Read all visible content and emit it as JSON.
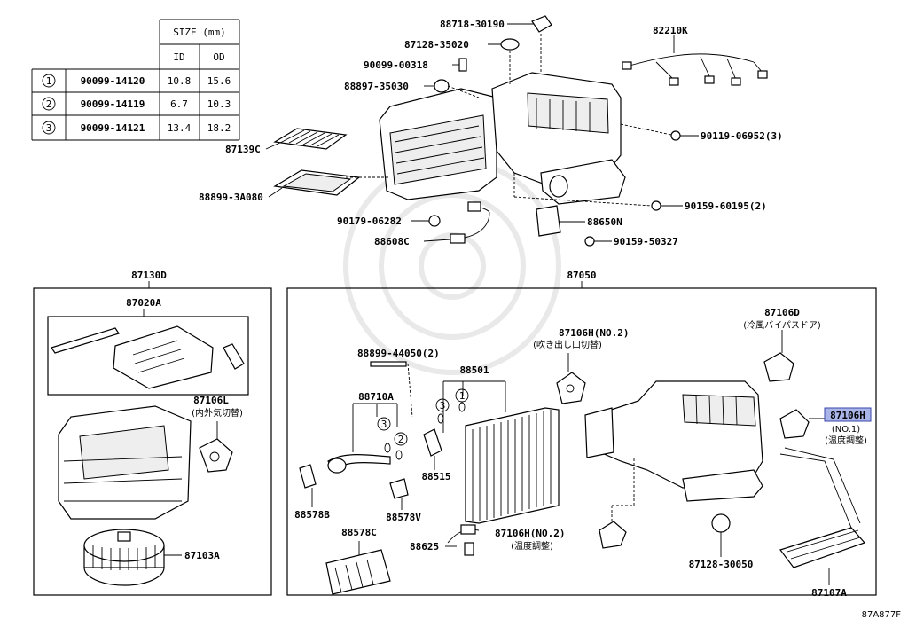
{
  "size_table": {
    "header_size": "SIZE (mm)",
    "header_id": "ID",
    "header_od": "OD",
    "rows": [
      {
        "num": "1",
        "part": "90099-14120",
        "id": "10.8",
        "od": "15.6"
      },
      {
        "num": "2",
        "part": "90099-14119",
        "id": "6.7",
        "od": "10.3"
      },
      {
        "num": "3",
        "part": "90099-14121",
        "id": "13.4",
        "od": "18.2"
      }
    ]
  },
  "top_labels": {
    "p88718": "88718-30190",
    "p87128a": "87128-35020",
    "p90099": "90099-00318",
    "p88897": "88897-35030",
    "p82210": "82210K",
    "p90119": "90119-06952(3)",
    "p87139": "87139C",
    "p88899a": "88899-3A080",
    "p90159a": "90159-60195(2)",
    "p90179": "90179-06282",
    "p88650": "88650N",
    "p88608": "88608C",
    "p90159b": "90159-50327"
  },
  "left_box": {
    "title": "87130D",
    "p87020": "87020A",
    "p87106L": "87106L",
    "p87106L_jp": "(内外気切替)",
    "p87103": "87103A"
  },
  "right_box": {
    "title": "87050",
    "p87106H2a": "87106H(NO.2)",
    "p87106H2a_jp": "(吹き出し口切替)",
    "p87106D": "87106D",
    "p87106D_jp": "(冷風バイパスドア)",
    "p88899b": "88899-44050(2)",
    "p88501": "88501",
    "p88710": "88710A",
    "p87106H1": "87106H",
    "p87106H1_no": "(NO.1)",
    "p87106H1_jp": "(温度調整)",
    "p88515": "88515",
    "p88578B": "88578B",
    "p88578V": "88578V",
    "p88578C": "88578C",
    "p88625": "88625",
    "p87106H2b": "87106H(NO.2)",
    "p87106H2b_jp": "(温度調整)",
    "p87128b": "87128-30050",
    "p87107": "87107A",
    "c1": "1",
    "c2": "2",
    "c3a": "3",
    "c3b": "3"
  },
  "footer_code": "87A877F",
  "highlight_color": "#a9b4e8"
}
